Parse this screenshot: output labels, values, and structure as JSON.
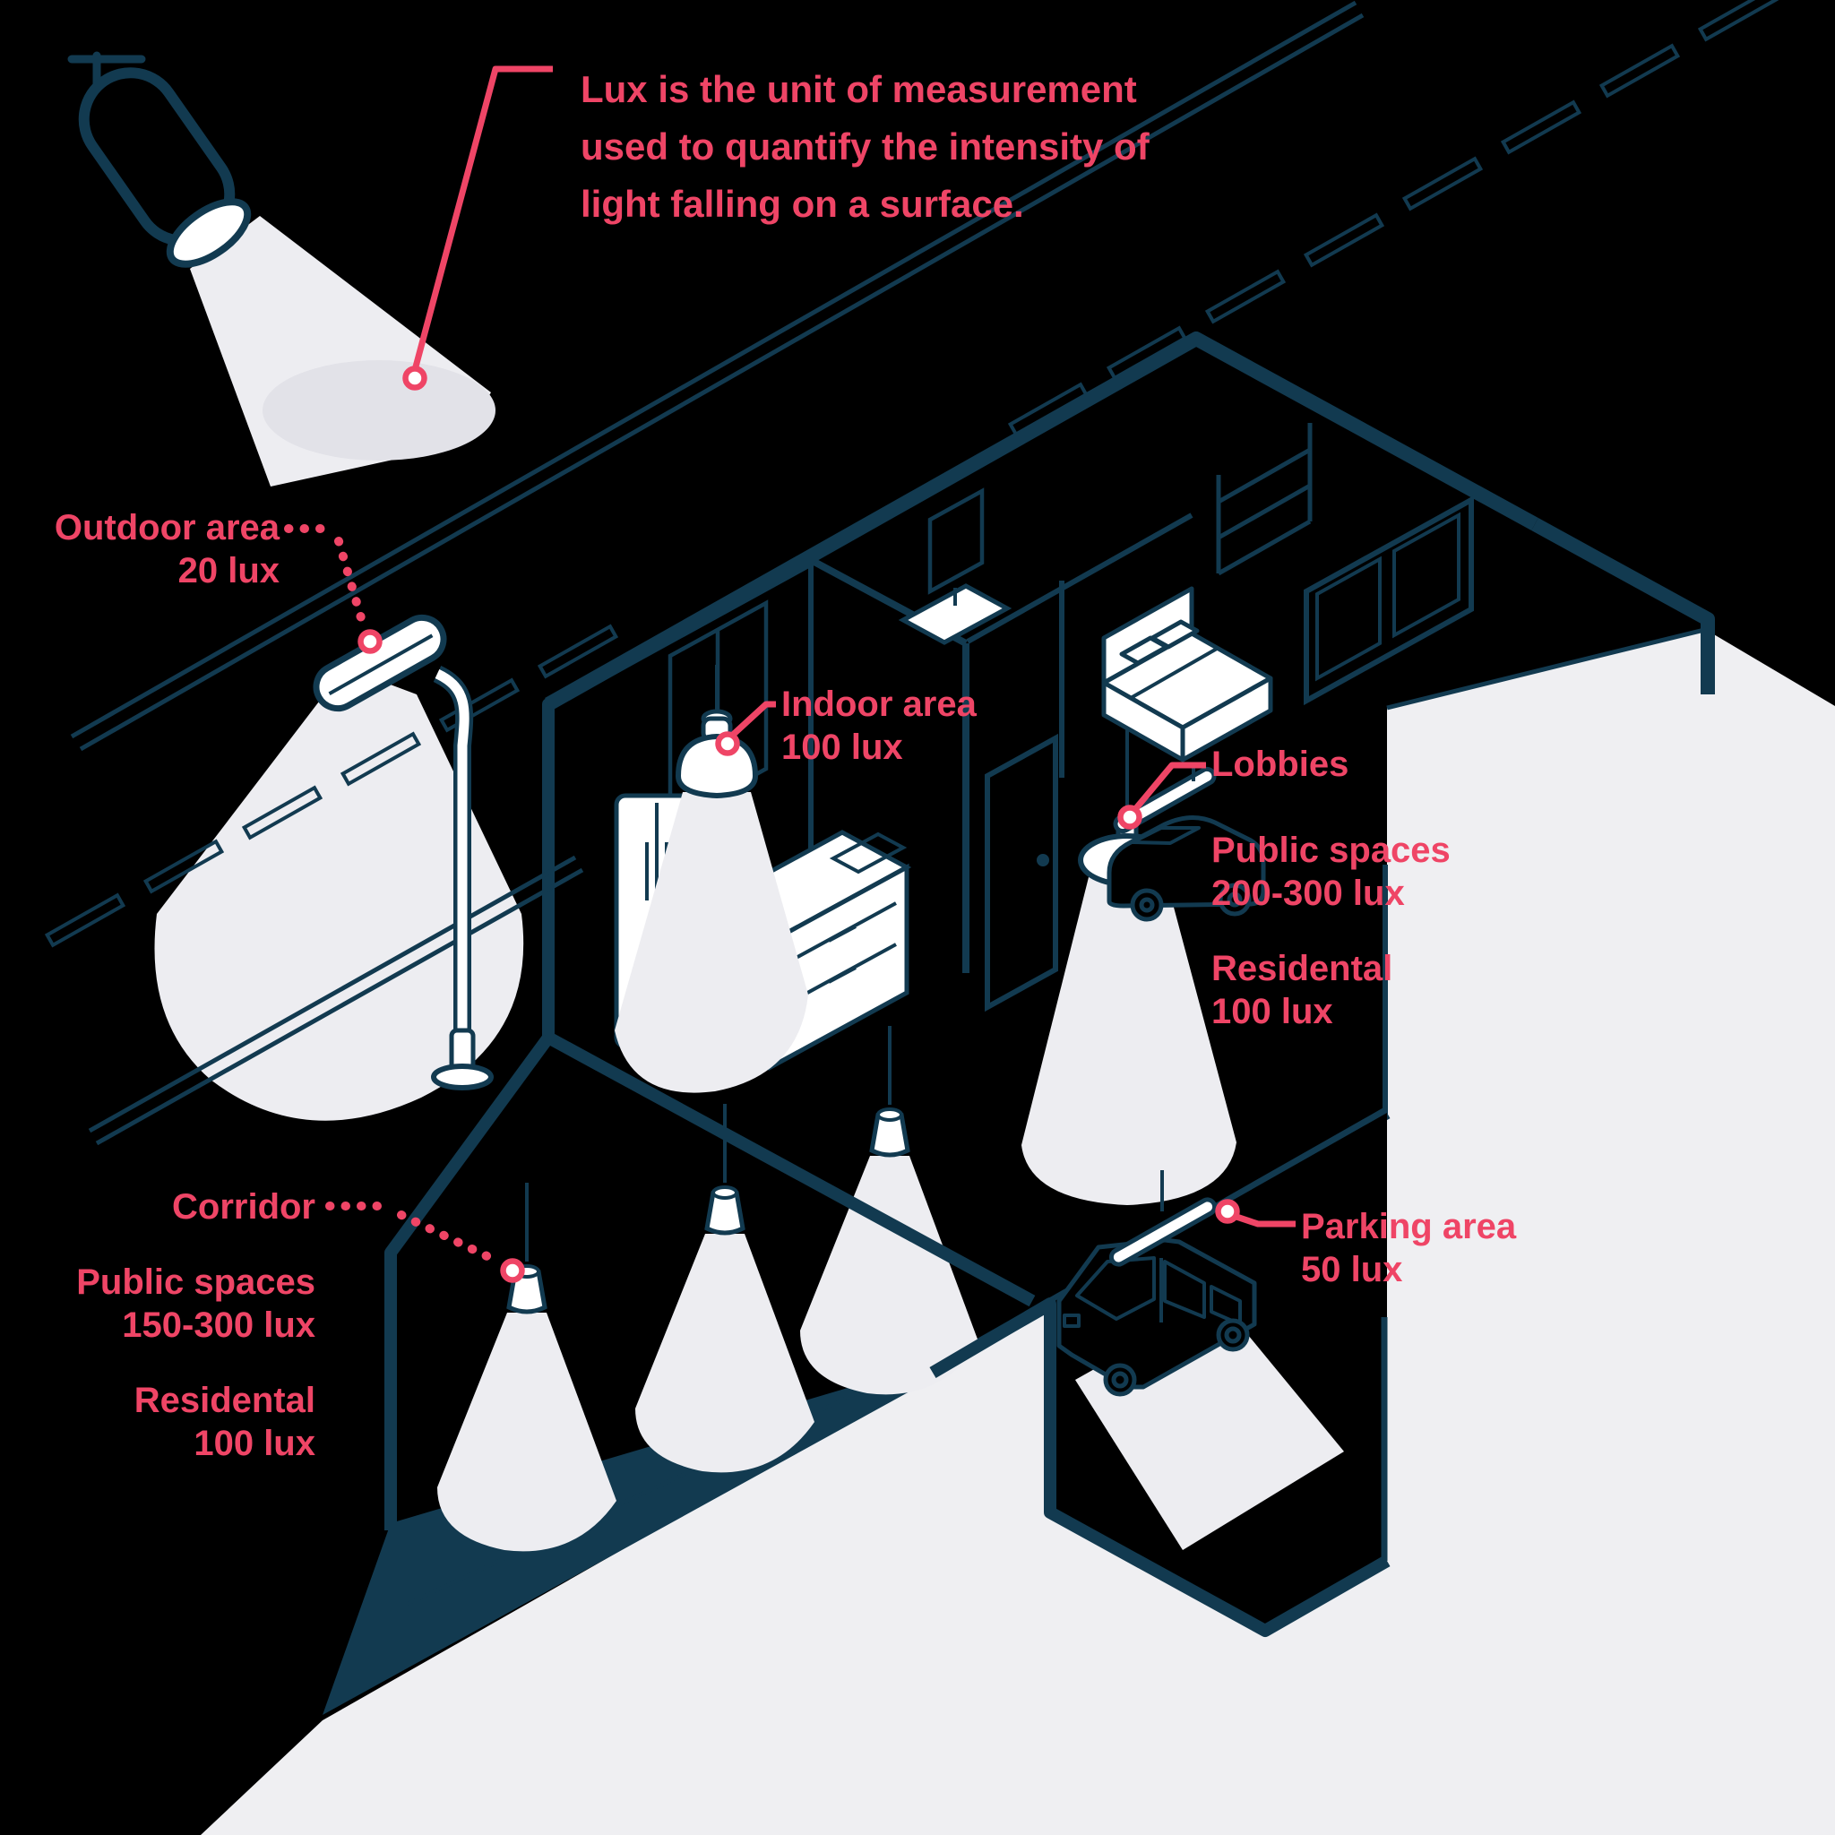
{
  "title": "Lux lighting levels isometric diagram",
  "colors": {
    "background": "#000000",
    "line_teal": "#123A50",
    "accent_pink": "#EF4566",
    "light_cone": "#EDEDF1",
    "light_pool": "#E2E2E8",
    "ground_gray": "#EFEFF2",
    "white": "#FFFFFF"
  },
  "intro": {
    "line1": "Lux is the unit of measurement",
    "line2": "used to quantify the intensity of",
    "line3": "light falling on a surface."
  },
  "labels": {
    "outdoor": {
      "name": "Outdoor area",
      "value": "20 lux"
    },
    "indoor": {
      "name": "Indoor area",
      "value": "100 lux"
    },
    "lobbies": {
      "name": "Lobbies",
      "public_label": "Public spaces",
      "public_value": "200-300 lux",
      "residential_label": "Residental",
      "residential_value": "100 lux"
    },
    "corridor": {
      "name": "Corridor",
      "public_label": "Public spaces",
      "public_value": "150-300 lux",
      "residential_label": "Residental",
      "residential_value": "100 lux"
    },
    "parking": {
      "name": "Parking area",
      "value": "50 lux"
    }
  },
  "icons": {
    "ceiling-spotlight-icon": "cylindrical spotlight on ceiling bracket",
    "street-lamp-icon": "curved-arm street light",
    "dome-pendant-icon": "kitchen dome pendant lamp",
    "shade-pendant-icon": "lobby cone-shade pendant lamp",
    "cone-pendant-icon": "small corridor pendant lamp",
    "tube-light-icon": "fluorescent tube lamp",
    "van-icon": "parked van",
    "sedan-icon": "parked sedan car",
    "bed-icon": "bedroom double bed",
    "fridge-icon": "refrigerator",
    "sink-icon": "bathroom sink"
  }
}
